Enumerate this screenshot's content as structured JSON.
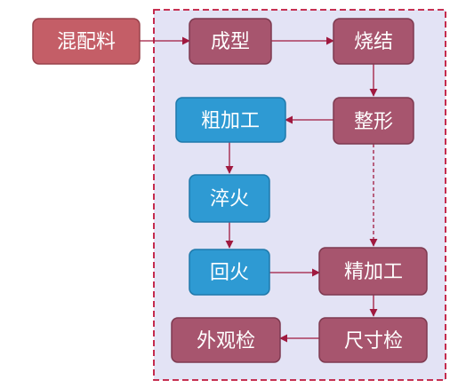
{
  "colors": {
    "process_fill": "#a7556e",
    "process_stroke": "#7e3a50",
    "start_fill": "#c45e67",
    "start_stroke": "#98424b",
    "blue_fill": "#2e9ad3",
    "blue_stroke": "#1f79ab",
    "region_fill": "#e3e3f5",
    "region_border": "#c0163b",
    "arrow": "#a0193f",
    "label": "#ffffff"
  },
  "nodes": {
    "mixing": {
      "label": "混配料"
    },
    "forming": {
      "label": "成型"
    },
    "sintering": {
      "label": "烧结"
    },
    "sizing": {
      "label": "整形"
    },
    "rough_machining": {
      "label": "粗加工"
    },
    "quenching": {
      "label": "淬火"
    },
    "tempering": {
      "label": "回火"
    },
    "finish_machining": {
      "label": "精加工"
    },
    "dimension_check": {
      "label": "尺寸检"
    },
    "visual_check": {
      "label": "外观检"
    }
  }
}
